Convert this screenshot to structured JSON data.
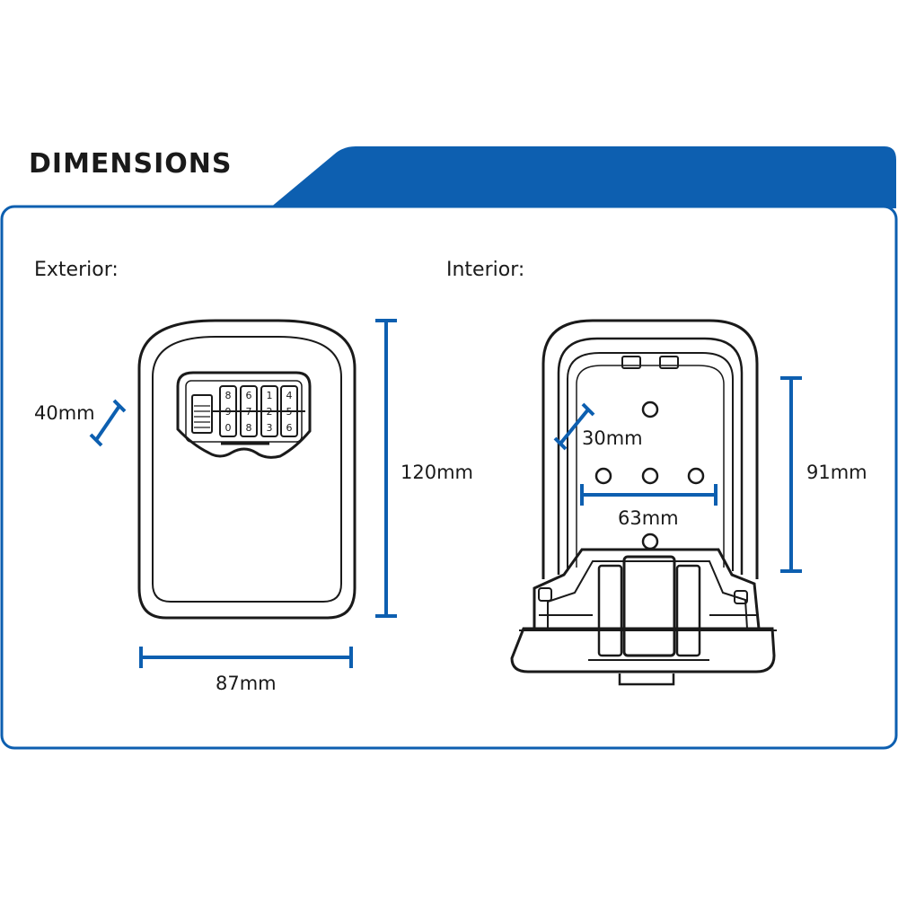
{
  "header": {
    "title": "DIMENSIONS"
  },
  "colors": {
    "accent": "#0d5fb0",
    "line": "#1a1a1a"
  },
  "exterior": {
    "label": "Exterior:",
    "depth": "40mm",
    "height": "120mm",
    "width": "87mm",
    "dial_digits": [
      [
        "8",
        "9",
        "0"
      ],
      [
        "6",
        "7",
        "8"
      ],
      [
        "1",
        "2",
        "3"
      ],
      [
        "4",
        "5",
        "6"
      ]
    ]
  },
  "interior": {
    "label": "Interior:",
    "depth": "30mm",
    "width": "63mm",
    "height": "91mm"
  }
}
